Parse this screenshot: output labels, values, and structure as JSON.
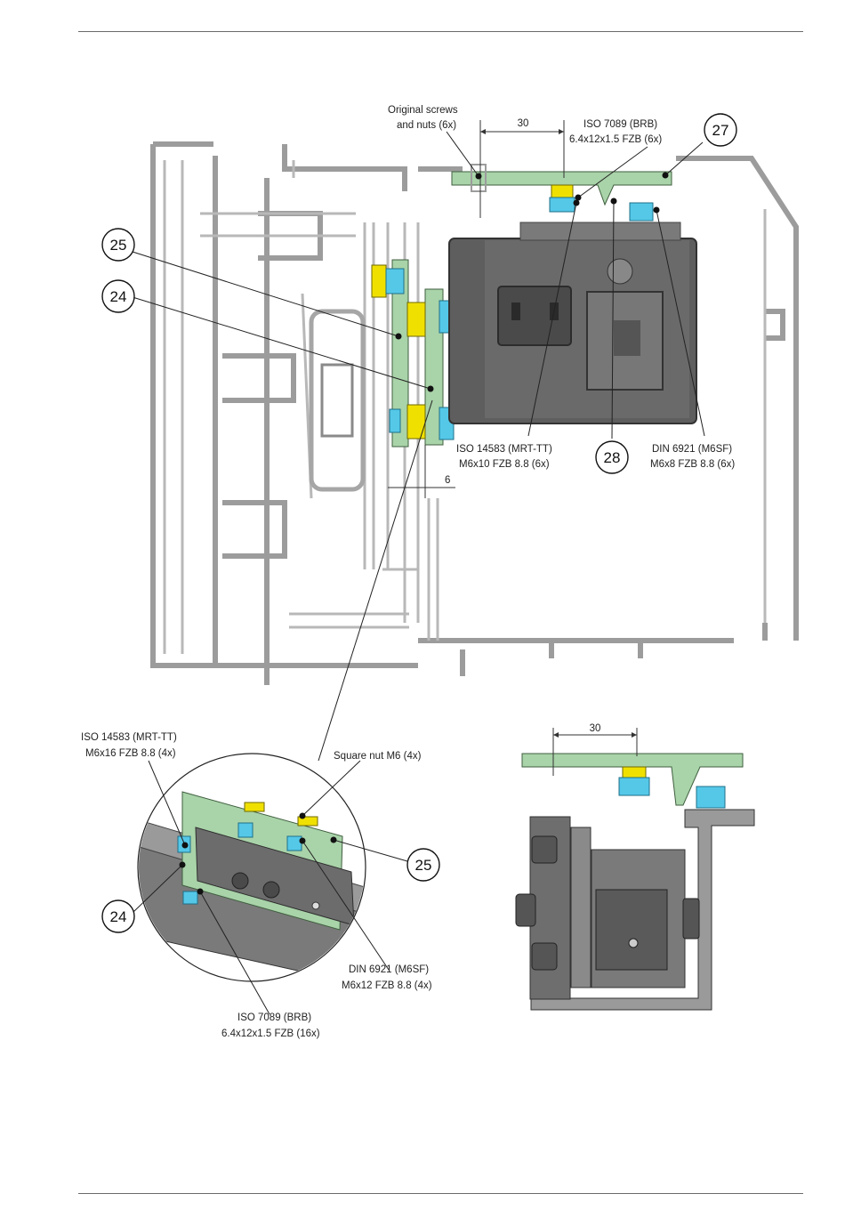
{
  "labels": {
    "original_screws_1": "Original screws",
    "original_screws_2": "and nuts (6x)",
    "iso7089_top_1": "ISO 7089 (BRB)",
    "iso7089_top_2": "6.4x12x1.5 FZB (6x)",
    "iso14583_top_1": "ISO 14583 (MRT-TT)",
    "iso14583_top_2": "M6x10 FZB 8.8 (6x)",
    "din6921_top_1": "DIN 6921 (M6SF)",
    "din6921_top_2": "M6x8 FZB 8.8 (6x)",
    "iso14583_detail_1": "ISO 14583 (MRT-TT)",
    "iso14583_detail_2": "M6x16 FZB 8.8 (4x)",
    "square_nut": "Square nut M6 (4x)",
    "din6921_detail_1": "DIN 6921 (M6SF)",
    "din6921_detail_2": "M6x12 FZB 8.8 (4x)",
    "iso7089_detail_1": "ISO 7089 (BRB)",
    "iso7089_detail_2": "6.4x12x1.5 FZB (16x)"
  },
  "dimensions": {
    "top_30": "30",
    "top_6": "6",
    "side_30": "30"
  },
  "callouts": {
    "c25_top": "25",
    "c24_top": "24",
    "c27": "27",
    "c28": "28",
    "c25_detail": "25",
    "c24_detail": "24"
  },
  "colors": {
    "frame_gray": "#9a9a9a",
    "rail_green": "#a9d3a9",
    "bolt_blue": "#55c8e8",
    "nut_yellow": "#f0e000",
    "housing_dark": "#5a5a5a"
  }
}
